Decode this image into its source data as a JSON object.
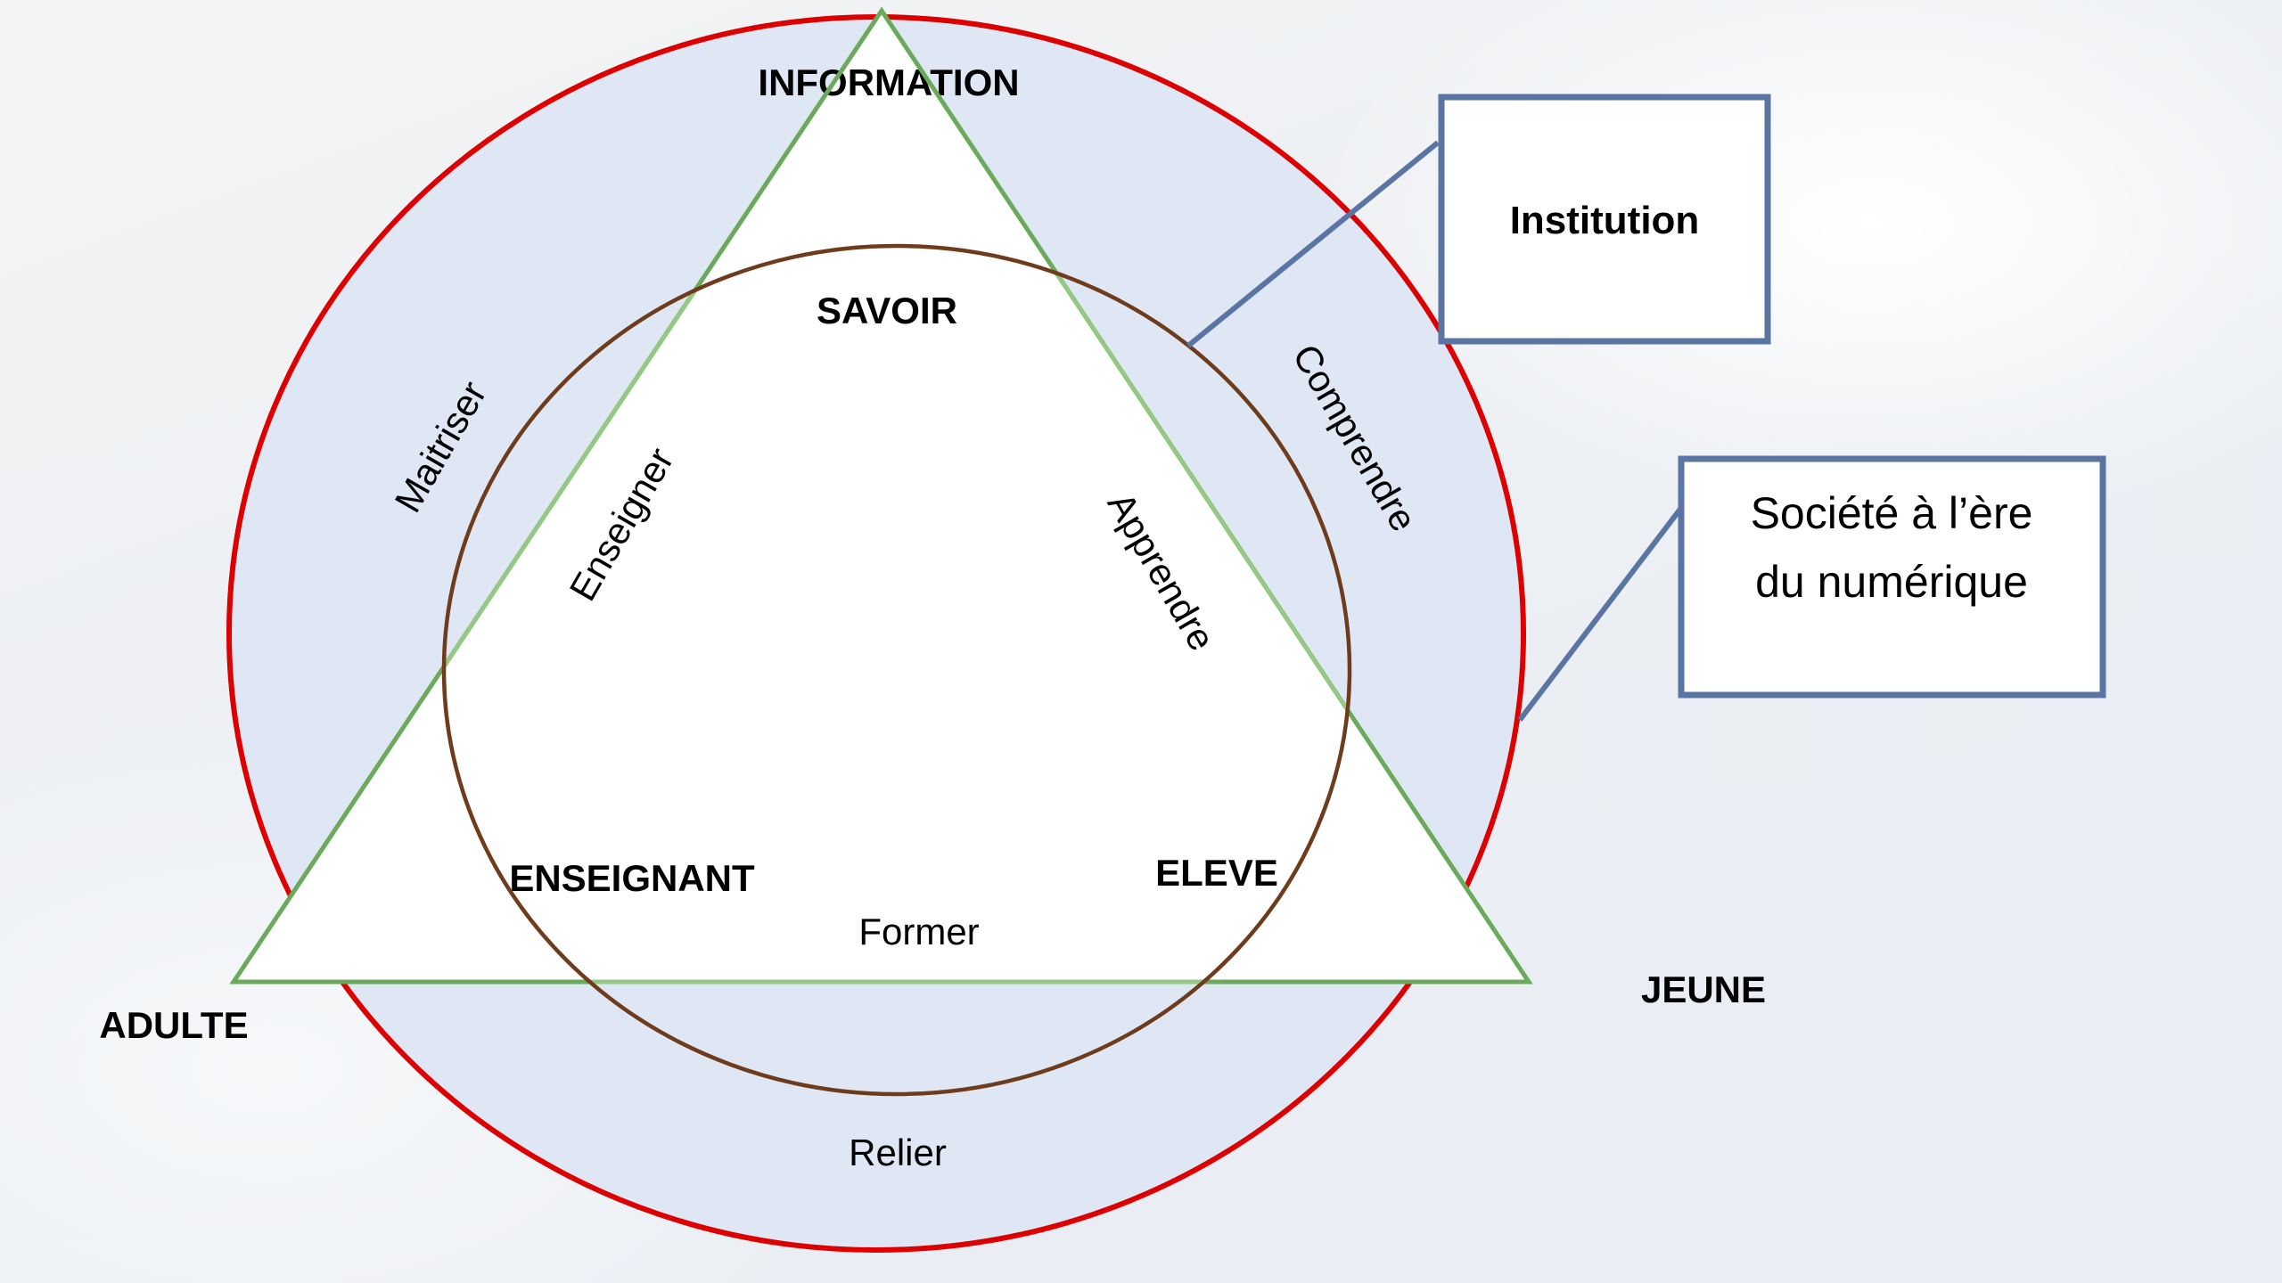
{
  "diagram": {
    "title": "Triangle pédagogique à l'ère du numérique",
    "colors": {
      "outer_circle_stroke": "#dd0000",
      "outer_circle_fill": "#e0e7f4",
      "triangle_stroke": "#6aaa5a",
      "triangle_inner_stroke": "#93c985",
      "triangle_fill": "#ffffff",
      "inner_circle_stroke": "#6e3b1c",
      "callout_stroke": "#5a75a3",
      "text": "#000000"
    },
    "vertices": {
      "top": "INFORMATION",
      "bottom_left": "ADULTE",
      "bottom_right": "JEUNE"
    },
    "inner_poles": {
      "top": "SAVOIR",
      "left": "ENSEIGNANT",
      "right": "ELEVE"
    },
    "inner_relations": {
      "left_edge": "Enseigner",
      "right_edge": "Apprendre",
      "bottom_edge": "Former"
    },
    "outer_relations": {
      "left": "Maitriser",
      "right": "Comprendre",
      "bottom": "Relier"
    },
    "callouts": [
      {
        "id": "institution",
        "lines": [
          "Institution"
        ],
        "bold": true,
        "points_to": "inner circle"
      },
      {
        "id": "society",
        "lines": [
          "Société à l’ère",
          "du numérique"
        ],
        "bold": false,
        "points_to": "outer circle"
      }
    ]
  }
}
